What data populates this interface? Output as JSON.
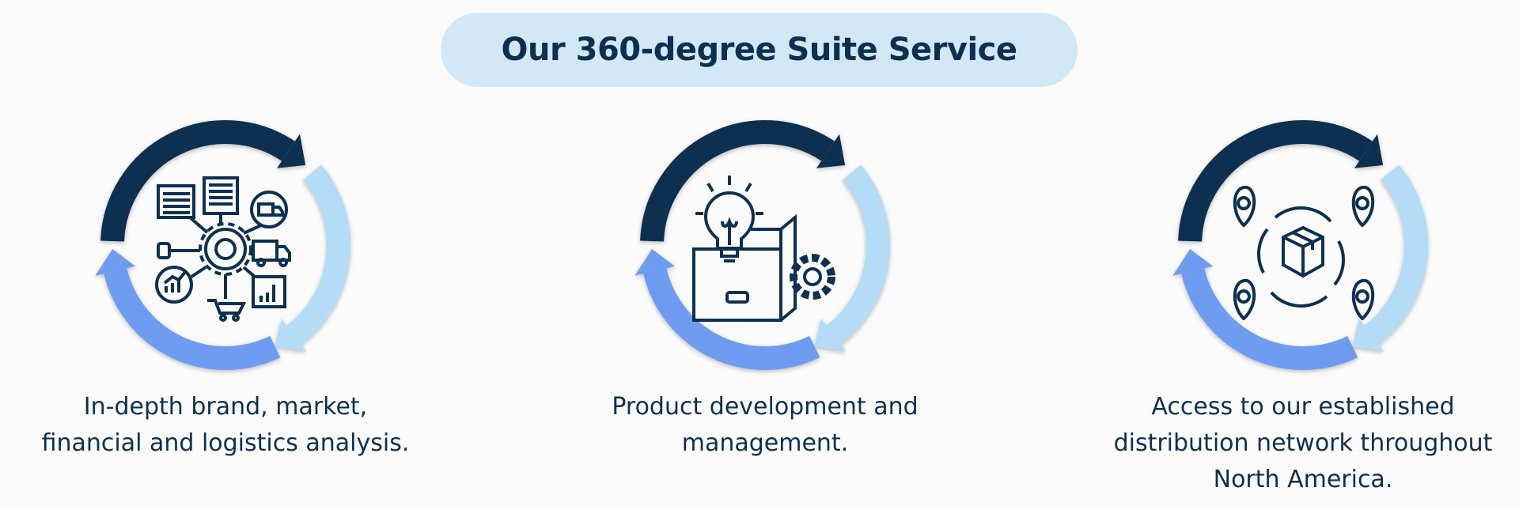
{
  "header": {
    "title": "Our 360-degree Suite Service"
  },
  "colors": {
    "navy": "#0d3050",
    "light_blue": "#b5dcf7",
    "mid_blue": "#6e9cf0",
    "pill": "#d3e8f7"
  },
  "services": [
    {
      "icon": "analytics-gear-network-icon",
      "lines": [
        "In-depth brand, market,",
        "financial and logistics analysis."
      ]
    },
    {
      "icon": "lightbulb-box-gear-icon",
      "lines": [
        "Product development and",
        "management."
      ]
    },
    {
      "icon": "distribution-box-pins-icon",
      "lines": [
        "Access to our established",
        "distribution network throughout",
        "North America."
      ]
    }
  ]
}
